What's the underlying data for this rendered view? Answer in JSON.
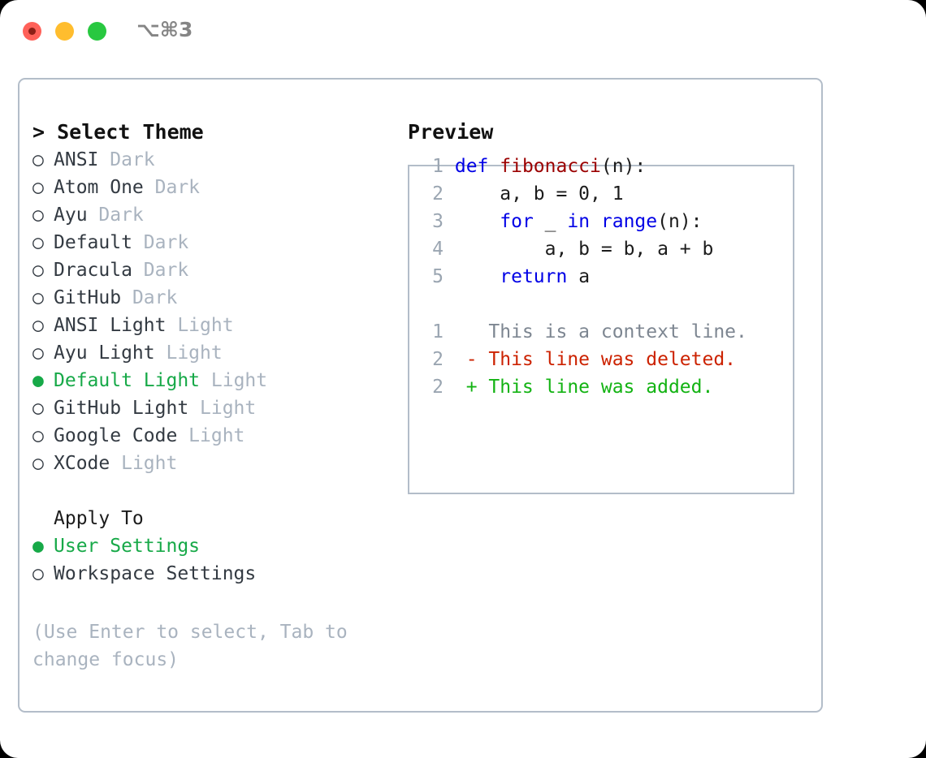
{
  "titlebar": {
    "shortcut": "⌥⌘3",
    "buttons": [
      {
        "name": "close",
        "color": "#ff6159"
      },
      {
        "name": "minimize",
        "color": "#ffbd2e"
      },
      {
        "name": "maximize",
        "color": "#28c840"
      }
    ]
  },
  "theme_picker": {
    "header": "> Select Theme",
    "bullet_on": "●",
    "bullet_off": "○",
    "accent_color": "#17a948",
    "items": [
      {
        "name": "ANSI",
        "kind": "Dark",
        "selected": false
      },
      {
        "name": "Atom One",
        "kind": "Dark",
        "selected": false
      },
      {
        "name": "Ayu",
        "kind": "Dark",
        "selected": false
      },
      {
        "name": "Default",
        "kind": "Dark",
        "selected": false
      },
      {
        "name": "Dracula",
        "kind": "Dark",
        "selected": false
      },
      {
        "name": "GitHub",
        "kind": "Dark",
        "selected": false
      },
      {
        "name": "ANSI Light",
        "kind": "Light",
        "selected": false
      },
      {
        "name": "Ayu Light",
        "kind": "Light",
        "selected": false
      },
      {
        "name": "Default Light",
        "kind": "Light",
        "selected": true
      },
      {
        "name": "GitHub Light",
        "kind": "Light",
        "selected": false
      },
      {
        "name": "Google Code",
        "kind": "Light",
        "selected": false
      },
      {
        "name": "XCode",
        "kind": "Light",
        "selected": false
      }
    ]
  },
  "apply_to": {
    "header": "Apply To",
    "items": [
      {
        "name": "User Settings",
        "selected": true
      },
      {
        "name": "Workspace Settings",
        "selected": false
      }
    ]
  },
  "hint": "(Use Enter to select, Tab to change focus)",
  "preview": {
    "title": "Preview",
    "code_lines": [
      {
        "num": "1",
        "tokens": [
          {
            "t": "def ",
            "c": "k"
          },
          {
            "t": "fibonacci",
            "c": "fn"
          },
          {
            "t": "(n):",
            "c": "p"
          }
        ]
      },
      {
        "num": "2",
        "tokens": [
          {
            "t": "    a, b = 0, 1",
            "c": "p"
          }
        ]
      },
      {
        "num": "3",
        "tokens": [
          {
            "t": "    ",
            "c": "p"
          },
          {
            "t": "for ",
            "c": "k"
          },
          {
            "t": "_ ",
            "c": "p"
          },
          {
            "t": "in ",
            "c": "k"
          },
          {
            "t": "range",
            "c": "k"
          },
          {
            "t": "(n):",
            "c": "p"
          }
        ]
      },
      {
        "num": "4",
        "tokens": [
          {
            "t": "        a, b = b, a + b",
            "c": "p"
          }
        ]
      },
      {
        "num": "5",
        "tokens": [
          {
            "t": "    ",
            "c": "p"
          },
          {
            "t": "return ",
            "c": "k"
          },
          {
            "t": "a",
            "c": "p"
          }
        ]
      }
    ],
    "diff_lines": [
      {
        "num": "1",
        "marker": " ",
        "text": "This is a context line.",
        "type": "ctx"
      },
      {
        "num": "2",
        "marker": "-",
        "text": "This line was deleted.",
        "type": "del"
      },
      {
        "num": "2",
        "marker": "+",
        "text": "This line was added.",
        "type": "add"
      }
    ]
  }
}
